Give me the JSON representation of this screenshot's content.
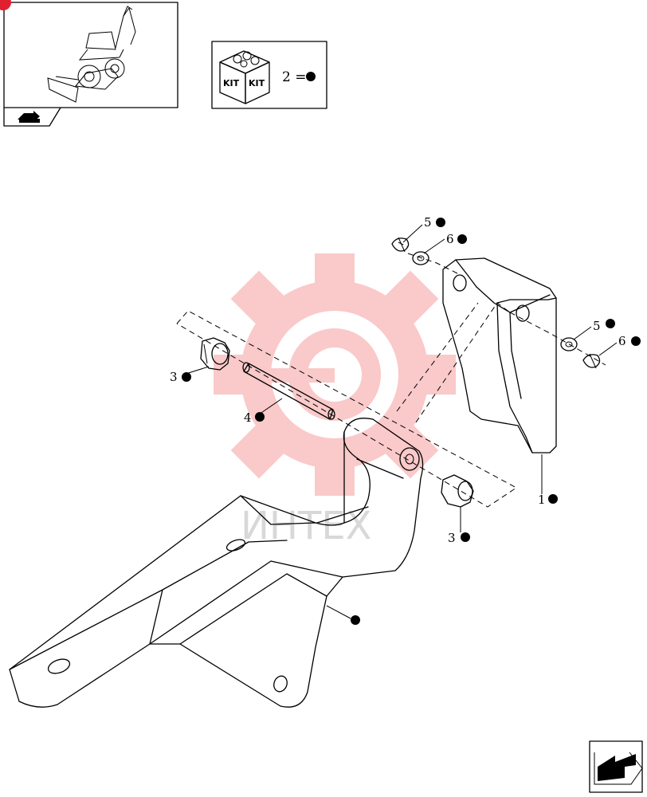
{
  "watermark": {
    "text": "ИНТЕХ",
    "color": "#f04040"
  },
  "kit_legend": {
    "kit_left": "KIT",
    "kit_right": "KIT",
    "text": "2 ="
  },
  "callouts": [
    {
      "id": "c5a",
      "num": "5"
    },
    {
      "id": "c6a",
      "num": "6"
    },
    {
      "id": "c5b",
      "num": "5"
    },
    {
      "id": "c6b",
      "num": "6"
    },
    {
      "id": "c3a",
      "num": "3"
    },
    {
      "id": "c4",
      "num": "4"
    },
    {
      "id": "c1",
      "num": "1"
    },
    {
      "id": "c3b",
      "num": "3"
    },
    {
      "id": "cbody",
      "num": ""
    }
  ],
  "icons": {
    "thumbnail": "backhoe-loader-icon",
    "kit": "kit-box-icon",
    "nav_prev": "arrow-return-icon",
    "nav_next": "arrow-next-icon"
  },
  "colors": {
    "accent_dot": "#e02030",
    "line": "#000000"
  }
}
